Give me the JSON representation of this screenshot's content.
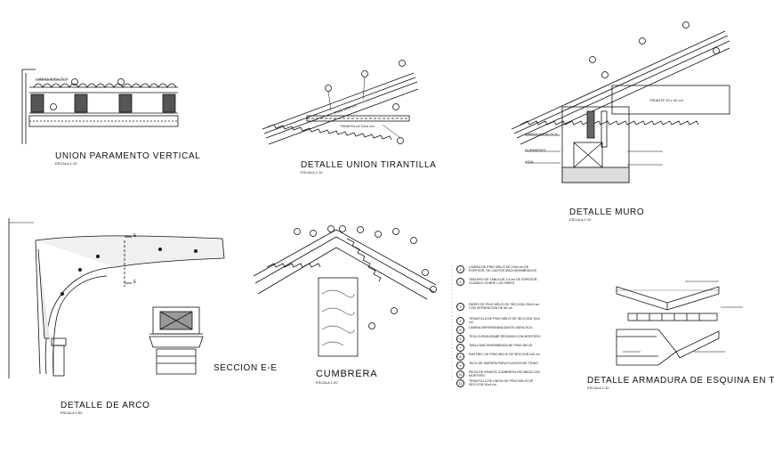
{
  "titles": {
    "union_paramento": "UNION PARAMENTO VERTICAL",
    "union_tirantilla": "DETALLE UNION TIRANTILLA",
    "muro": "DETALLE MURO",
    "arco": "DETALLE DE ARCO",
    "seccion": "SECCION E-E",
    "cumbrera": "CUMBRERA",
    "armadura": "DETALLE ARMADURA DE ESQUINA EN TORRE"
  },
  "scales": {
    "union_paramento": "ESCALA 1:10",
    "union_tirantilla": "ESCALA 1:10",
    "muro": "ESCALA 1:10",
    "arco": "ESCALA 1:50",
    "cumbrera": "ESCALA 1:20",
    "armadura": "ESCALA 1:10"
  },
  "annotations": {
    "lamina_asfaltica": "LAMINA ASFALTICA",
    "tirantilla": "TIRANTILLA 10x4 cm.",
    "tirante": "TIRANTE 20 x 30 cm",
    "pino": "PINO 10x4 cm",
    "viga": "VIGA",
    "durmiente": "DURMIENTE",
    "e_marker": "E"
  },
  "legend": [
    {
      "num": "1",
      "text": "LAMINA DE PINO MELIS DE 10x5 cm DE ESPESOR, DE CANTOS MACHIHEMBRADOS"
    },
    {
      "num": "2",
      "text": "TABLERO DE TABLA DE 2.5 cm DE ESPESOR, CLAVADO SOBRE LOS PARES"
    },
    {
      "num": "3",
      "text": "PARES DE PINO MELIS DE SECCION 20x10 cm CON SEPARACION DE 60 cm"
    },
    {
      "num": "4",
      "text": "TIRANTILLA DE PINO MELIS DE SECCION 10x4 cm"
    },
    {
      "num": "5",
      "text": "LAMINA IMPERMEABILIZANTE ASFALTICA"
    },
    {
      "num": "6",
      "text": "TEJA CURVA ARABE RECIBIDA CON MORTERO"
    },
    {
      "num": "7",
      "text": "TABLA MACHIHEMBRADA DE PINO MELIS"
    },
    {
      "num": "8",
      "text": "RASTREL DE PINO MELIS DE SECCION 3x5 cm"
    },
    {
      "num": "9",
      "text": "TACO DE MADERA PARA FIJACION DE TEJAS"
    },
    {
      "num": "10",
      "text": "PIEZA DE REMATE CUMBRERA RECIBIDA CON MORTERO"
    },
    {
      "num": "11",
      "text": "TIRANTILLA DE UNION DE PINO MELIS DE SECCION 10x4 cm"
    }
  ],
  "callouts": [
    "1",
    "2",
    "3",
    "4",
    "5",
    "6",
    "7",
    "8",
    "9",
    "10",
    "11"
  ]
}
